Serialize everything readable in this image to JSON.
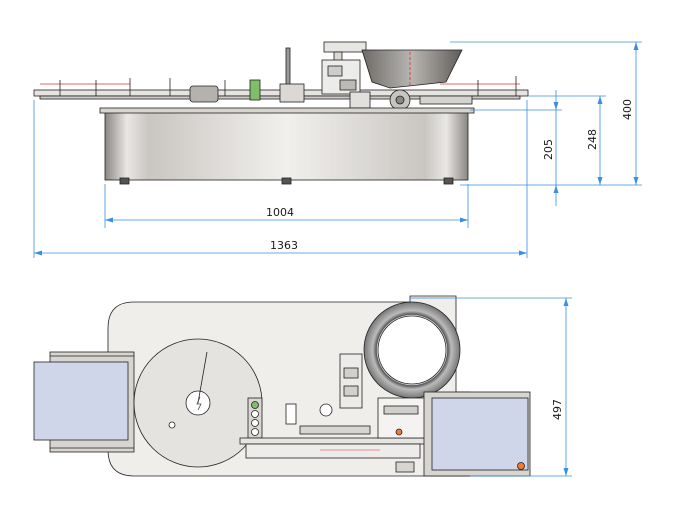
{
  "colors": {
    "dimension_line": "#3b8fe0",
    "outline": "#222222",
    "body_light": "#f0eeeb",
    "body_mid": "#d6d3cf",
    "conveyor": "#cfd6ea",
    "accent_red": "#e03030",
    "accent_orange": "#f07a30",
    "accent_green": "#7fbf6a"
  },
  "front_view": {
    "dim_width_body": "1004",
    "dim_width_total": "1363",
    "dim_height_frame": "205",
    "dim_height_table": "248",
    "dim_height_total": "400"
  },
  "top_view": {
    "dim_depth": "497"
  }
}
